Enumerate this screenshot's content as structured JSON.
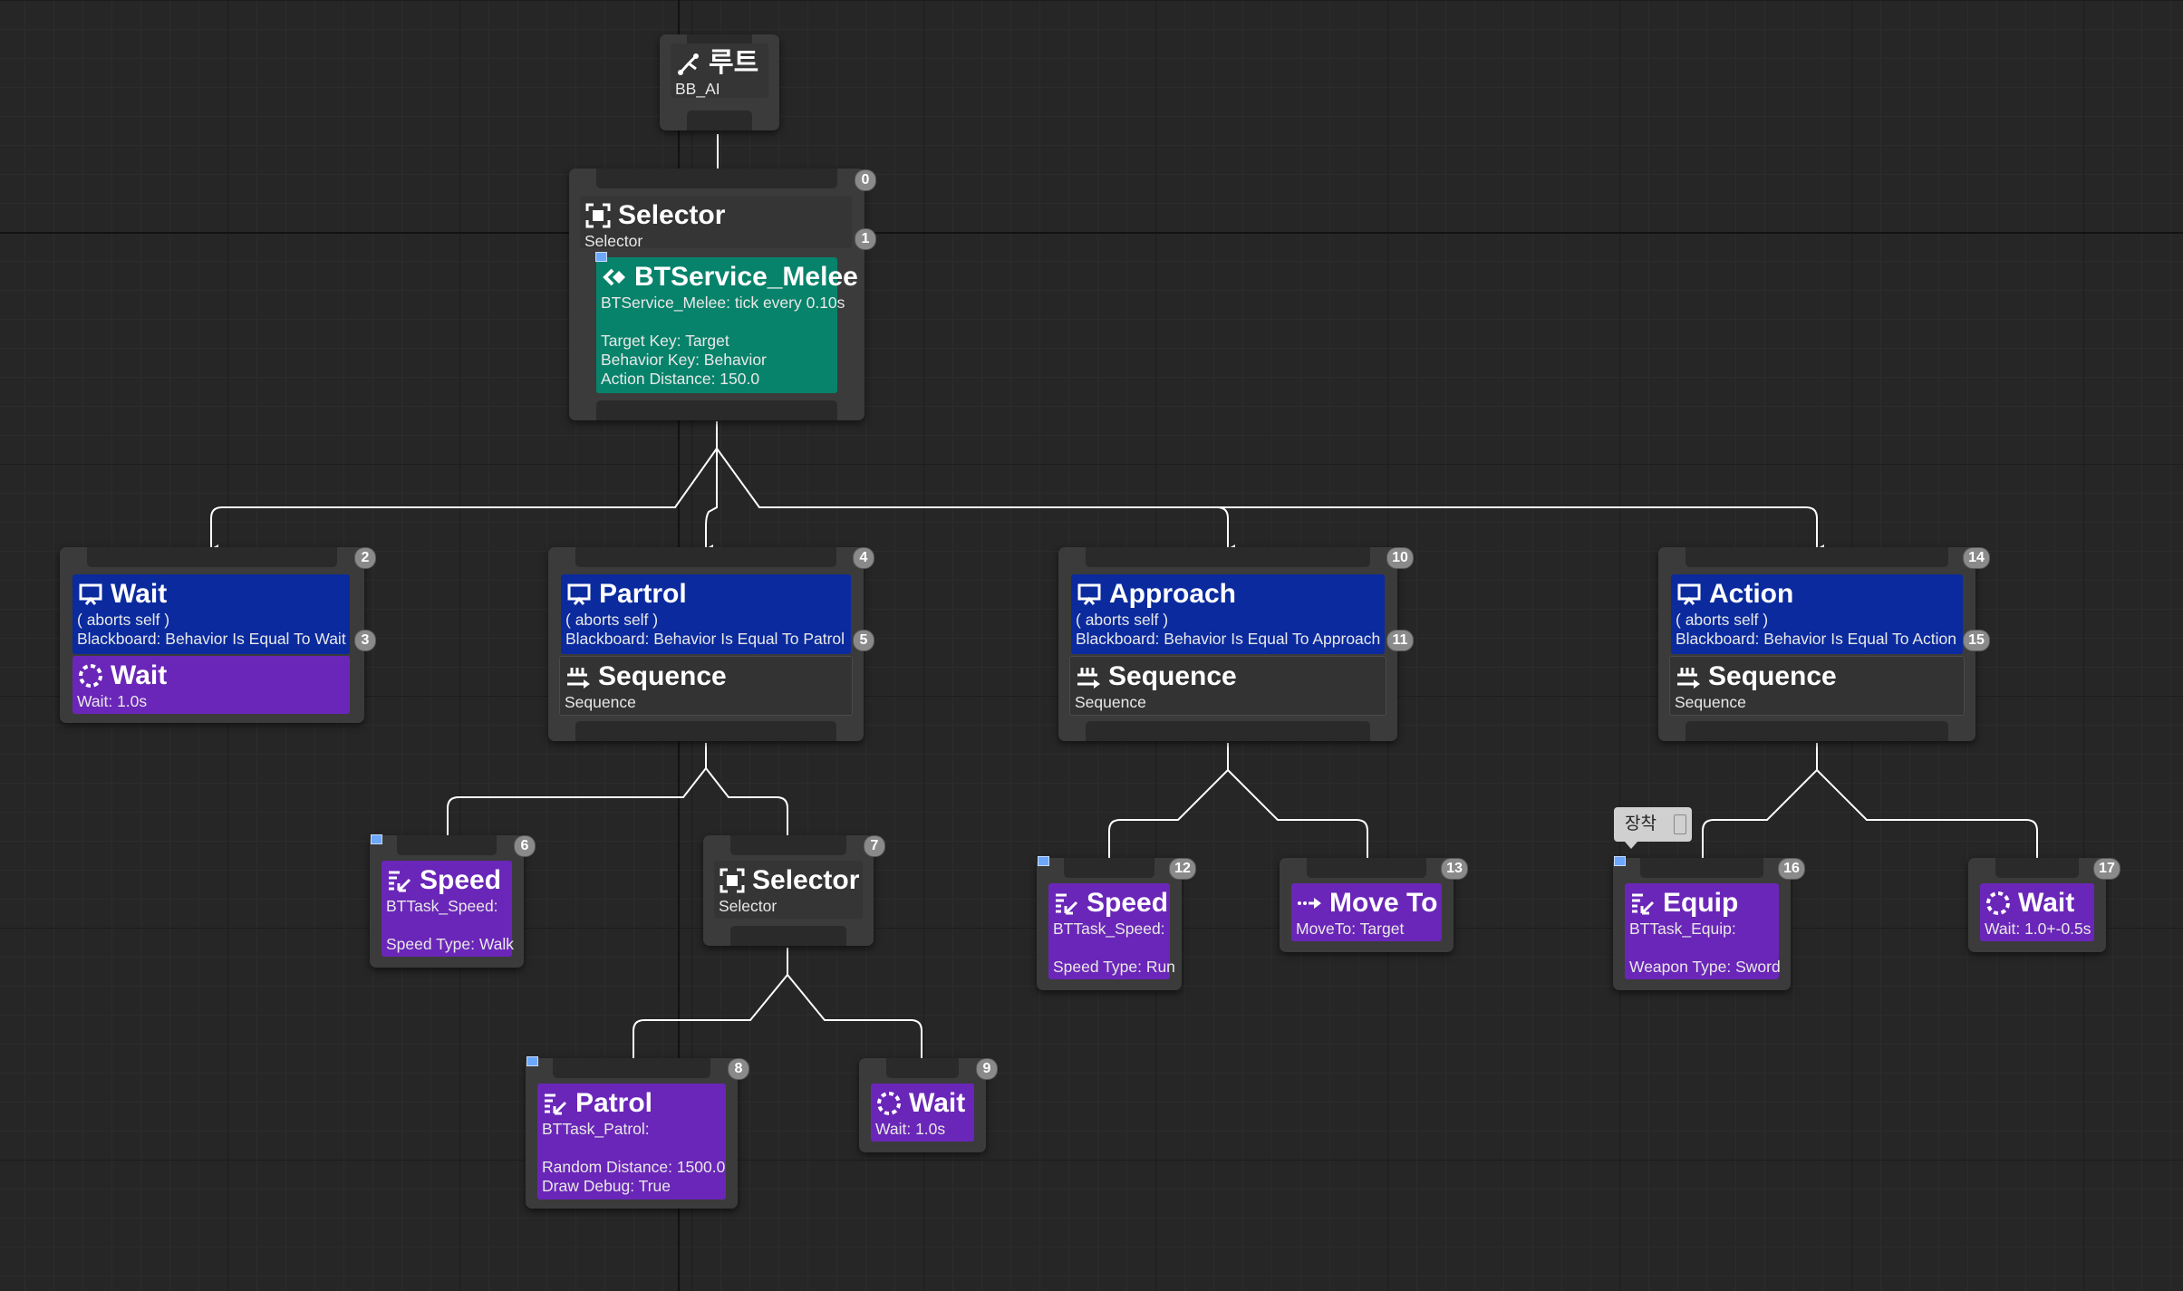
{
  "root": {
    "title": "루트",
    "subtitle": "BB_AI"
  },
  "main_selector": {
    "title": "Selector",
    "subtitle": "Selector",
    "badge_top": "0",
    "badge_service": "1",
    "service": {
      "title": "BTService_Melee",
      "line1": "BTService_Melee: tick every 0.10s",
      "line2": "Target Key: Target",
      "line3": "Behavior Key: Behavior",
      "line4": "Action Distance: 150.0"
    }
  },
  "branches": [
    {
      "decorator_title": "Wait",
      "aborts": "( aborts self )",
      "condition": "Blackboard: Behavior Is Equal To Wait",
      "badge_top": "2",
      "badge_dec": "3",
      "task_title": "Wait",
      "task_sub": "Wait: 1.0s"
    },
    {
      "decorator_title": "Partrol",
      "aborts": "( aborts self )",
      "condition": "Blackboard: Behavior Is Equal To Patrol",
      "badge_top": "4",
      "badge_dec": "5",
      "composite_title": "Sequence",
      "composite_sub": "Sequence"
    },
    {
      "decorator_title": "Approach",
      "aborts": "( aborts self )",
      "condition": "Blackboard: Behavior Is Equal To Approach",
      "badge_top": "10",
      "badge_dec": "11",
      "composite_title": "Sequence",
      "composite_sub": "Sequence"
    },
    {
      "decorator_title": "Action",
      "aborts": "( aborts self )",
      "condition": "Blackboard: Behavior Is Equal To Action",
      "badge_top": "14",
      "badge_dec": "15",
      "composite_title": "Sequence",
      "composite_sub": "Sequence"
    }
  ],
  "patrol_speed": {
    "title": "Speed",
    "line1": "BTTask_Speed:",
    "line2": "Speed Type: Walk",
    "badge": "6"
  },
  "patrol_selector": {
    "title": "Selector",
    "subtitle": "Selector",
    "badge": "7"
  },
  "patrol_task": {
    "title": "Patrol",
    "line1": "BTTask_Patrol:",
    "line2": "Random Distance: 1500.0",
    "line3": "Draw Debug: True",
    "badge": "8"
  },
  "patrol_wait": {
    "title": "Wait",
    "line1": "Wait: 1.0s",
    "badge": "9"
  },
  "approach_speed": {
    "title": "Speed",
    "line1": "BTTask_Speed:",
    "line2": "Speed Type: Run",
    "badge": "12"
  },
  "approach_move": {
    "title": "Move To",
    "line1": "MoveTo: Target",
    "badge": "13"
  },
  "action_equip": {
    "title": "Equip",
    "line1": "BTTask_Equip:",
    "line2": "Weapon Type: Sword",
    "badge": "16"
  },
  "action_wait": {
    "title": "Wait",
    "line1": "Wait: 1.0+-0.5s",
    "badge": "17"
  },
  "comment": {
    "text": "장착"
  },
  "colors": {
    "decorator": "#0a2a9e",
    "task": "#6a26b8",
    "service": "#08836b",
    "composite": "#333333",
    "wire": "#ffffff"
  }
}
